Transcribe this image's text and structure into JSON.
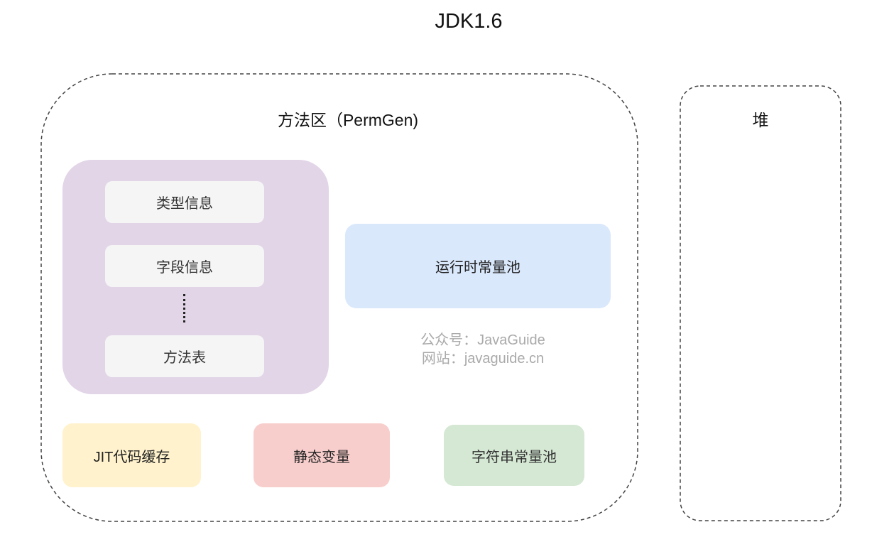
{
  "title": "JDK1.6",
  "method_area": {
    "label": "方法区（PermGen)",
    "class_info": {
      "items": [
        "类型信息",
        "字段信息",
        "方法表"
      ],
      "ellipsis": "vertical-dots"
    },
    "runtime_constant_pool": "运行时常量池",
    "jit_code_cache": "JIT代码缓存",
    "static_variables": "静态变量",
    "string_constant_pool": "字符串常量池"
  },
  "heap": {
    "label": "堆"
  },
  "watermark": {
    "line1": "公众号：JavaGuide",
    "line2": "网站：javaguide.cn"
  },
  "colors": {
    "class_info_bg": "#e1d5e7",
    "inner_item_bg": "#f5f5f5",
    "runtime_pool_bg": "#dae8fc",
    "jit_bg": "#fff2cc",
    "static_bg": "#f8cecc",
    "string_pool_bg": "#d5e8d4",
    "dashed_border": "#333333"
  }
}
